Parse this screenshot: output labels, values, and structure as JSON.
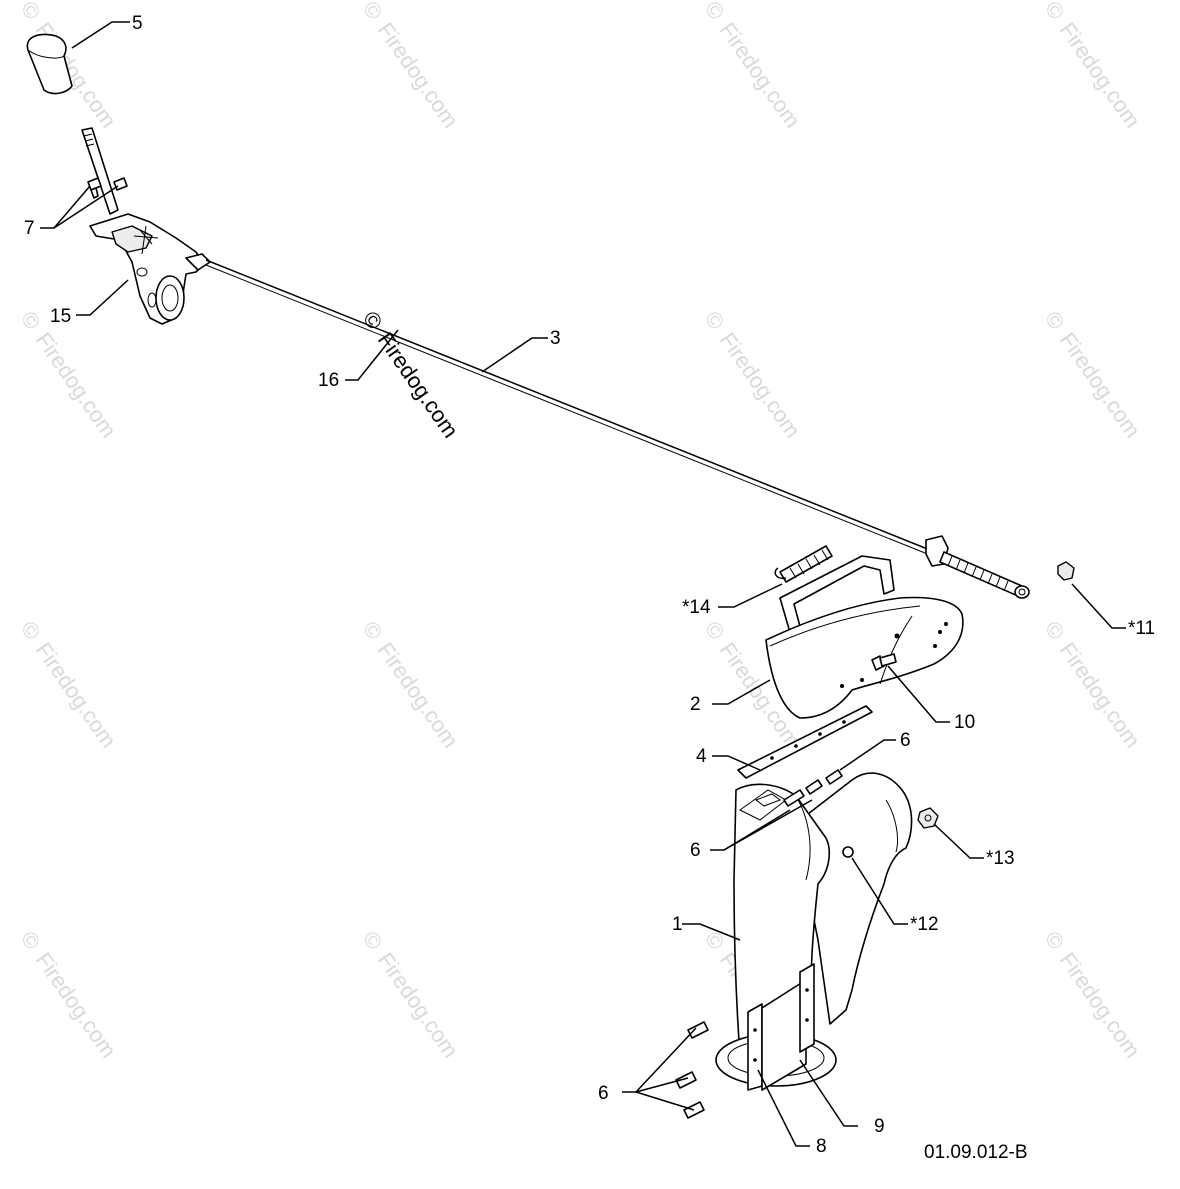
{
  "watermark": {
    "text": "Firedog.com",
    "symbol": "©"
  },
  "callouts": {
    "c5": "5",
    "c7": "7",
    "c15": "15",
    "c16": "16",
    "c3": "3",
    "c14": "*14",
    "c11": "*11",
    "c2": "2",
    "c10": "10",
    "c4": "4",
    "c6_top": "6",
    "c6_mid": "6",
    "c13": "*13",
    "c12": "*12",
    "c1": "1",
    "c6_bottom": "6",
    "c9": "9",
    "c8": "8"
  },
  "figure_code": "01.09.012-B"
}
